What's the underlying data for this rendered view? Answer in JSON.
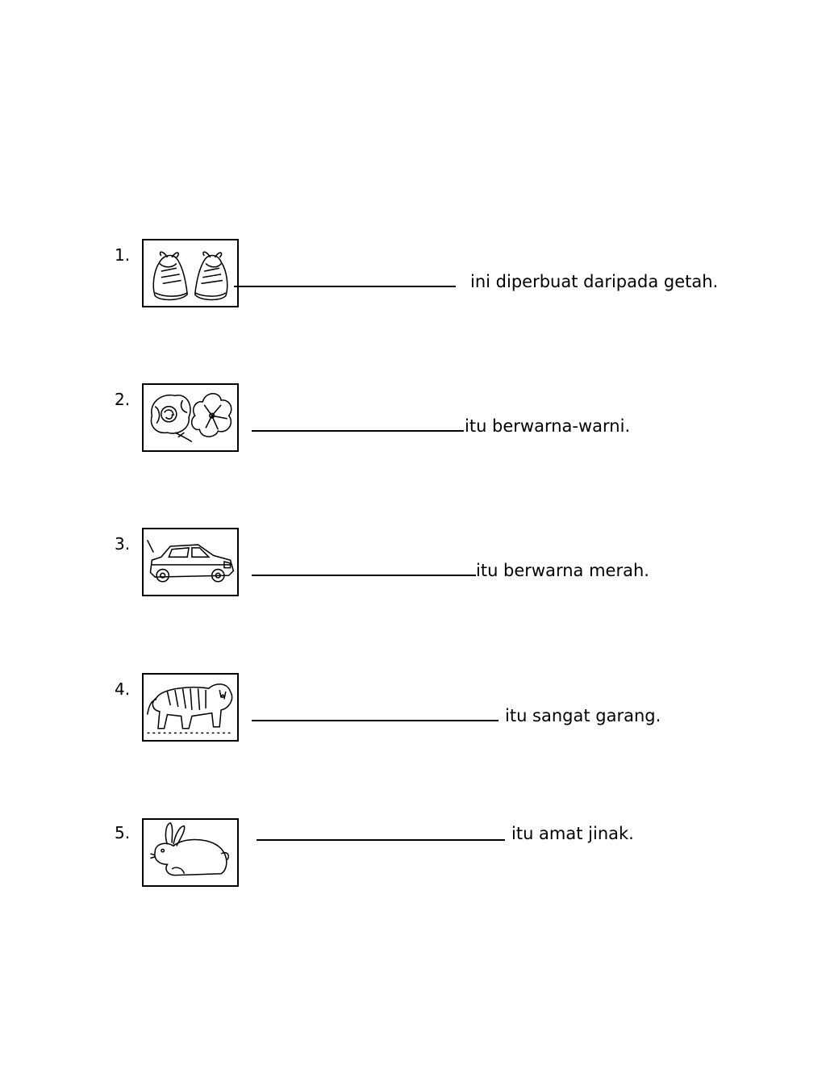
{
  "items": [
    {
      "number": "1.",
      "image": "shoes-picture",
      "sentence": "ini diperbuat daripada getah."
    },
    {
      "number": "2.",
      "image": "flowers-picture",
      "sentence": "itu berwarna-warni."
    },
    {
      "number": "3.",
      "image": "car-picture",
      "sentence": "itu berwarna merah."
    },
    {
      "number": "4.",
      "image": "tiger-picture",
      "sentence": "itu sangat garang."
    },
    {
      "number": "5.",
      "image": "rabbit-picture",
      "sentence": "itu amat jinak."
    }
  ]
}
